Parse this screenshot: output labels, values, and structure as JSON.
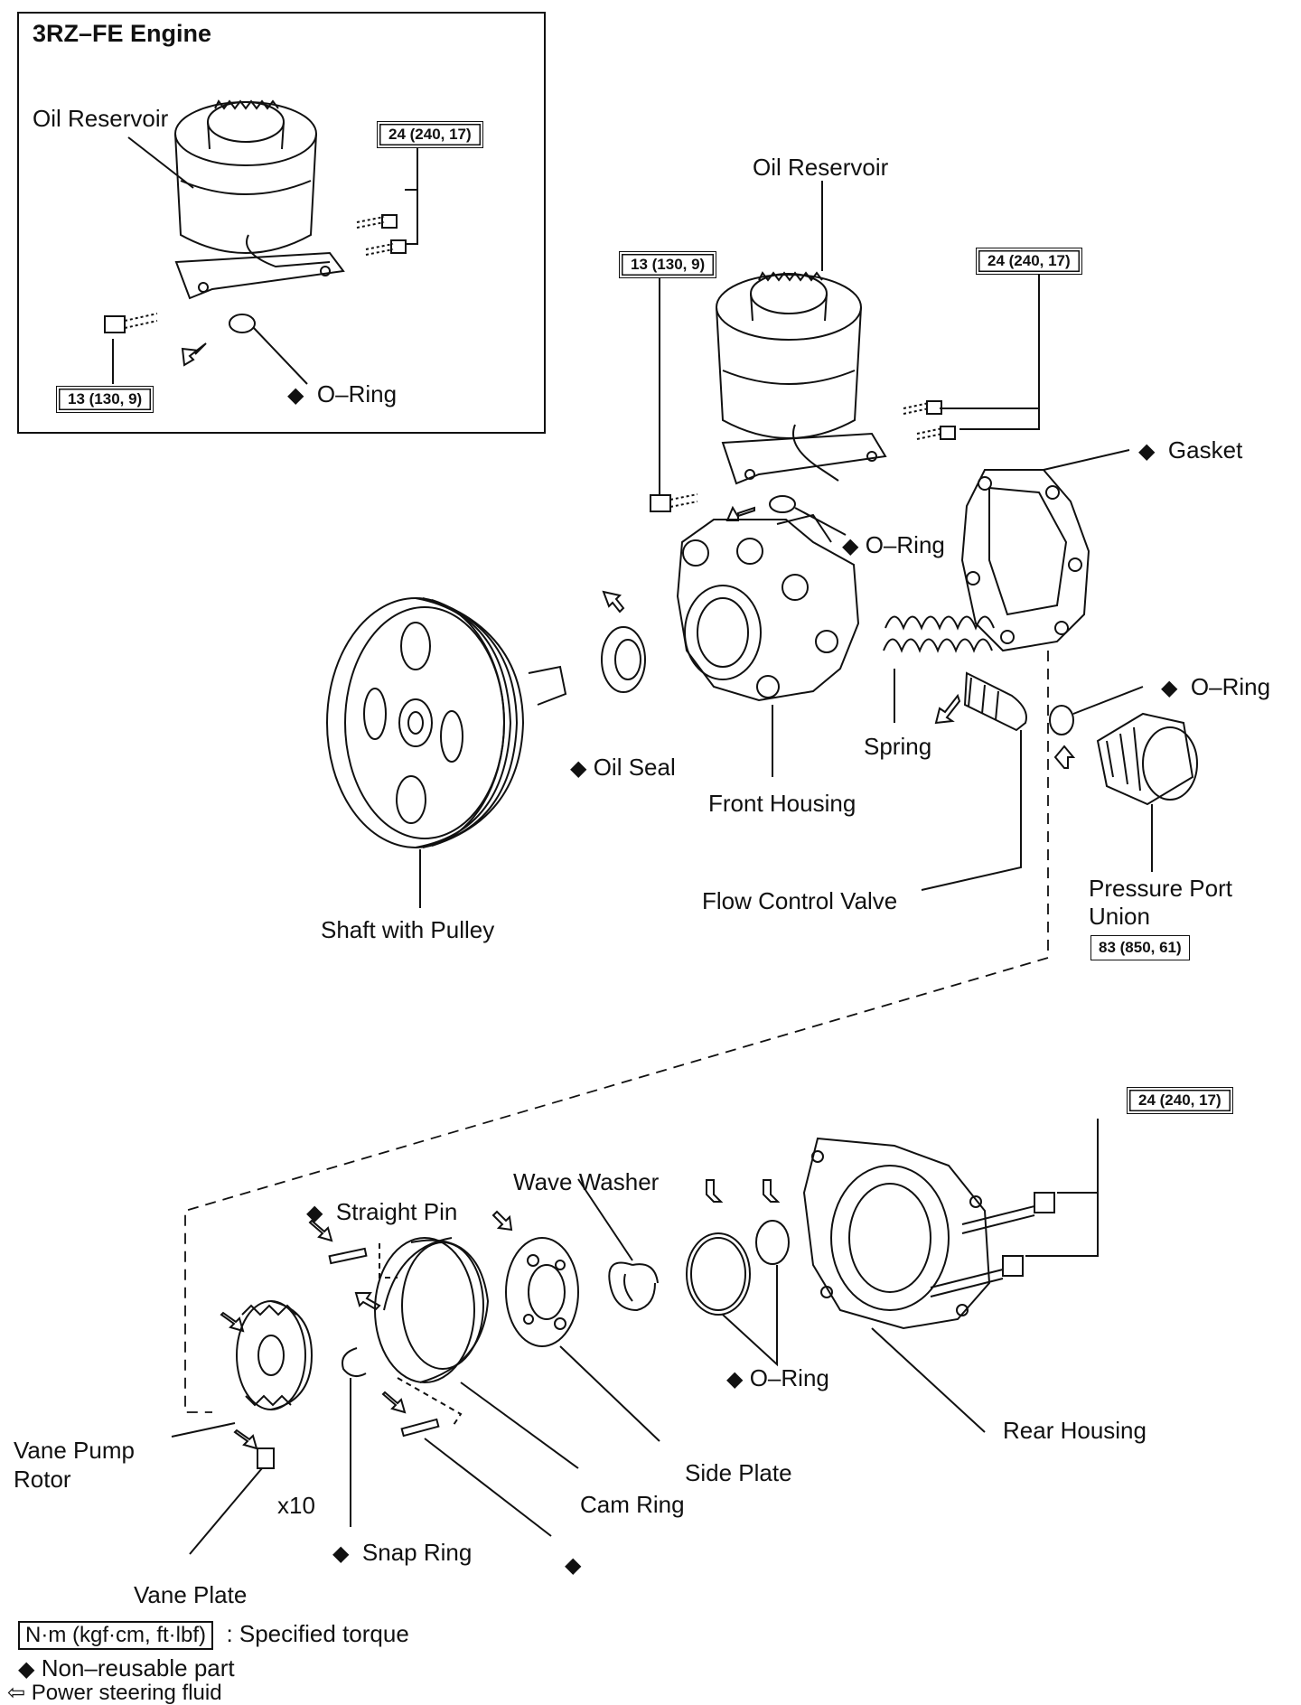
{
  "inset": {
    "title": "3RZ–FE Engine",
    "oil_reservoir": "Oil Reservoir",
    "torque_24": "24 (240, 17)",
    "torque_13": "13 (130, 9)",
    "o_ring": "O–Ring"
  },
  "main": {
    "oil_reservoir": "Oil Reservoir",
    "torque_13": "13 (130, 9)",
    "torque_24_top": "24 (240, 17)",
    "gasket": "Gasket",
    "o_ring_top": "O–Ring",
    "o_ring_right": "O–Ring",
    "oil_seal": "Oil Seal",
    "spring": "Spring",
    "front_housing": "Front Housing",
    "flow_control_valve": "Flow Control Valve",
    "shaft_with_pulley": "Shaft with Pulley",
    "pressure_port_union_1": "Pressure Port",
    "pressure_port_union_2": "Union",
    "torque_83": "83 (850, 61)",
    "torque_24_bottom": "24 (240, 17)",
    "wave_washer": "Wave Washer",
    "straight_pin": "Straight Pin",
    "o_ring_bottom": "O–Ring",
    "rear_housing": "Rear Housing",
    "side_plate": "Side Plate",
    "cam_ring": "Cam Ring",
    "vane_pump_rotor_1": "Vane Pump",
    "vane_pump_rotor_2": "Rotor",
    "x10": "x10",
    "snap_ring": "Snap Ring",
    "vane_plate": "Vane Plate"
  },
  "legend": {
    "torque_unit": "N·m (kgf·cm, ft·lbf)",
    "torque_desc": ": Specified torque",
    "non_reusable": "Non–reusable part",
    "fluid": "Power steering fluid"
  },
  "symbols": {
    "diamond": "◆",
    "arrow": "⇦"
  }
}
